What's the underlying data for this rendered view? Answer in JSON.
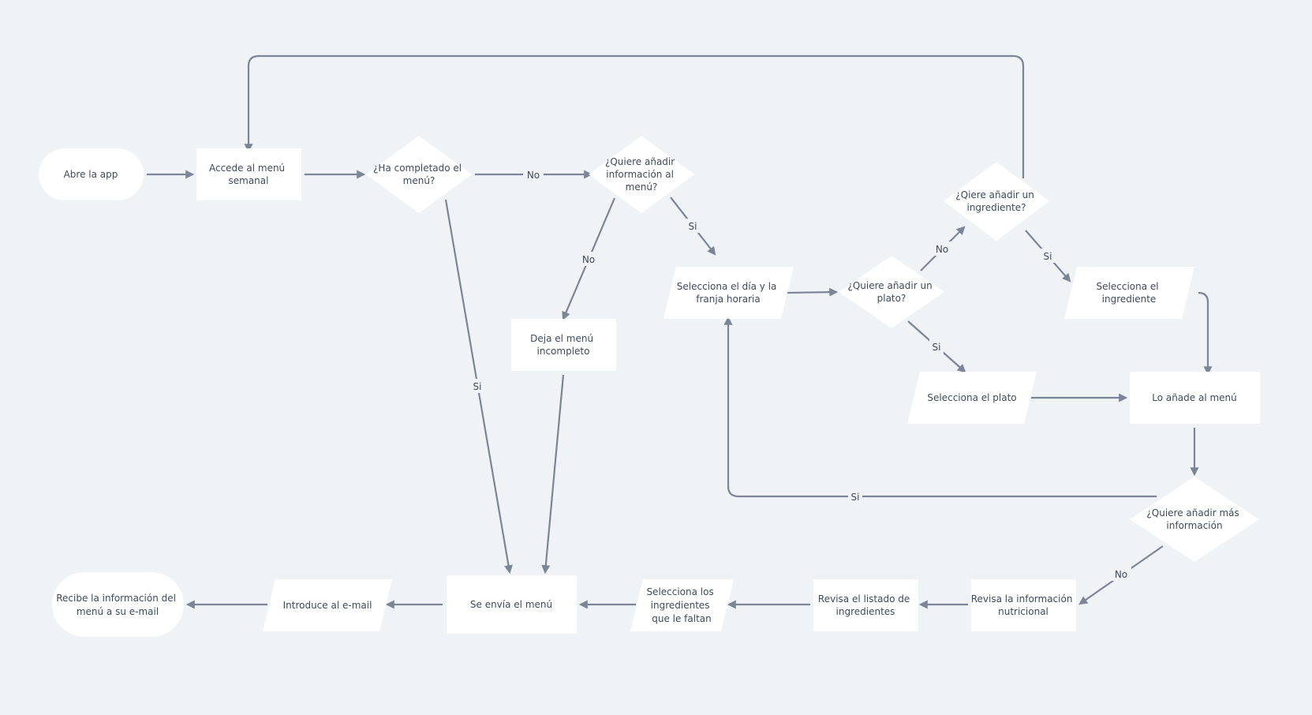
{
  "colors": {
    "background": "#eff3f6",
    "node_fill": "#ffffff",
    "edge": "#7b8596",
    "text": "#3f4a5a"
  },
  "nodes": {
    "abre": {
      "shape": "terminal",
      "lines": [
        "Abre la app"
      ]
    },
    "accede": {
      "shape": "process",
      "lines": [
        "Accede al menú",
        "semanal"
      ]
    },
    "completado": {
      "shape": "decision",
      "lines": [
        "¿Ha completado el",
        "menú?"
      ]
    },
    "anadir_info": {
      "shape": "decision",
      "lines": [
        "¿Quiere añadir",
        "información al",
        "menú?"
      ]
    },
    "deja": {
      "shape": "process",
      "lines": [
        "Deja el menú",
        "incompleto"
      ]
    },
    "selecciona_dia": {
      "shape": "data",
      "lines": [
        "Selecciona el día y la",
        "franja horaria"
      ]
    },
    "anadir_plato": {
      "shape": "decision",
      "lines": [
        "¿Quiere añadir un",
        "plato?"
      ]
    },
    "anadir_ingrediente": {
      "shape": "decision",
      "lines": [
        "¿Qiere añadir un",
        "ingrediente?"
      ]
    },
    "sel_ingrediente": {
      "shape": "data",
      "lines": [
        "Selecciona el",
        "ingrediente"
      ]
    },
    "sel_plato": {
      "shape": "data",
      "lines": [
        "Selecciona el plato"
      ]
    },
    "lo_anade": {
      "shape": "process",
      "lines": [
        "Lo añade al menú"
      ]
    },
    "mas_info": {
      "shape": "decision",
      "lines": [
        "¿Quiere añadir más",
        "información"
      ]
    },
    "revisa_nutri": {
      "shape": "process",
      "lines": [
        "Revisa la información",
        "nutricional"
      ]
    },
    "revisa_listado": {
      "shape": "process",
      "lines": [
        "Revisa el listado de",
        "ingredientes"
      ]
    },
    "sel_faltan": {
      "shape": "data",
      "lines": [
        "Selecciona los",
        "ingredientes",
        "que le faltan"
      ]
    },
    "se_envia": {
      "shape": "process",
      "lines": [
        "Se envía el menú"
      ]
    },
    "introduce": {
      "shape": "data",
      "lines": [
        "Introduce al e-mail"
      ]
    },
    "recibe": {
      "shape": "terminal",
      "lines": [
        "Recibe la información del",
        "menú a su e-mail"
      ]
    }
  },
  "edge_labels": {
    "no_1": "No",
    "si_1": "Si",
    "no_2": "No",
    "si_2": "Si",
    "no_3": "No",
    "si_3": "Si",
    "si_4": "Si",
    "si_5": "Si",
    "no_4": "No"
  }
}
